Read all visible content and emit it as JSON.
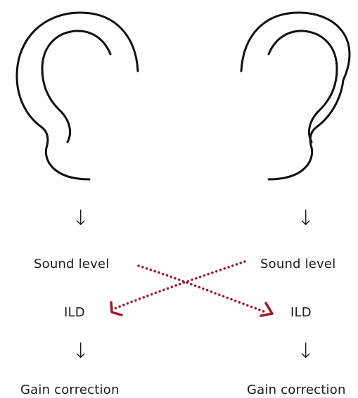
{
  "left": {
    "arrow_top": "↓",
    "sound_level": "Sound level",
    "ild": "ILD",
    "arrow_bottom": "↓",
    "gain_correction": "Gain correction"
  },
  "right": {
    "arrow_top": "↓",
    "sound_level": "Sound level",
    "ild": "ILD",
    "arrow_bottom": "↓",
    "gain_correction": "Gain correction"
  },
  "colors": {
    "outline": "#111111",
    "cross_arrows": "#a3172b",
    "text": "#1a1a1a"
  }
}
